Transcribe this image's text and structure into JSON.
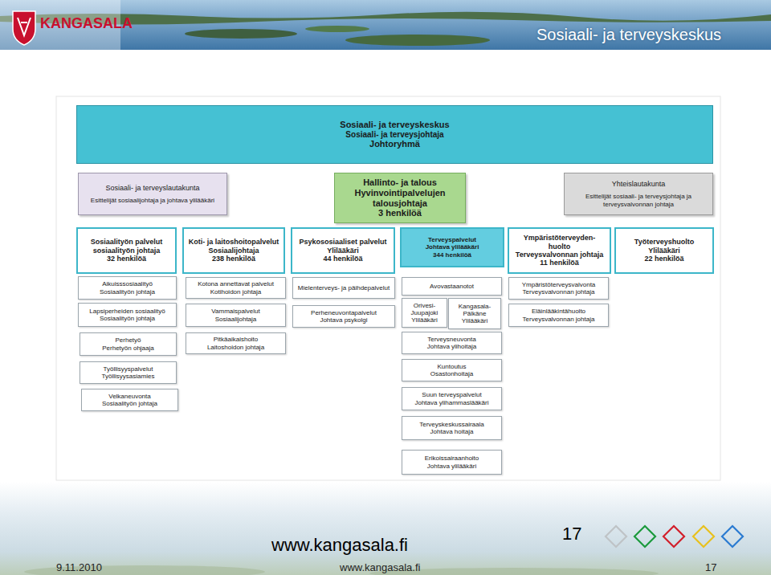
{
  "diagram": {
    "title": "Sosiaali- ja terveyskeskus",
    "nodes": [
      {
        "text": [
          "Sosiaali- ja terveyskeskus",
          "Sosiaali- ja terveysjohtaja",
          "Johtoryhmä"
        ]
      },
      {
        "text": [
          "Sosiaali- ja terveyslautakunta",
          "Esittelijät sosiaalijohtaja ja johtava ylilääkäri"
        ]
      },
      {
        "text": [
          "Hallinto- ja talous",
          "Hyvinvointipalvelujen talousjohtaja",
          "3 henkilöä"
        ]
      },
      {
        "text": [
          "Yhteislautakunta",
          "Esittelijät sosiaali- ja terveysjohtaja ja terveysvalvonnan johtaja"
        ]
      },
      {
        "text": [
          "Sosiaalityön palvelut",
          "sosiaalityön johtaja",
          "32 henkilöä"
        ]
      },
      {
        "text": [
          "Koti- ja laitoshoitopalvelut",
          "Sosiaalijohtaja",
          "238 henkilöä"
        ]
      },
      {
        "text": [
          "Psykososiaaliset palvelut",
          "Ylilääkäri",
          "44 henkilöä"
        ]
      },
      {
        "text": [
          "Terveyspalvelut",
          "Johtava ylilääkäri",
          "344 henkilöä"
        ]
      },
      {
        "text": [
          "Ympäristöterveyden- huolto",
          "Terveysvalvonnan johtaja",
          "11 henkilöä"
        ]
      },
      {
        "text": [
          "Työterveyshuolto",
          "Ylilääkäri",
          "22 henkilöä"
        ]
      },
      {
        "text": [
          "Aikuisssosiaalityö",
          "Sosiaalityön johtaja"
        ]
      },
      {
        "text": [
          "Lapsiperheiden sosiaalityö",
          "Sosiaalityön johtaja"
        ]
      },
      {
        "text": [
          "Perhetyö",
          "Perhetyön ohjaaja"
        ]
      },
      {
        "text": [
          "Työllisyyspalvelut",
          "Työllisyysasiamies"
        ]
      },
      {
        "text": [
          "Velkaneuvonta",
          "Sosiaalityön johtaja"
        ]
      },
      {
        "text": [
          "Kotona annettavat palvelut",
          "Kotihoidon johtaja"
        ]
      },
      {
        "text": [
          "Vammaispalvelut",
          "Sosiaalijohtaja"
        ]
      },
      {
        "text": [
          "Pitkäaikaishoito",
          "Laitoshoidon johtaja"
        ]
      },
      {
        "text": [
          "Mielenterveys- ja päihdepalvelut"
        ]
      },
      {
        "text": [
          "Perheneuvontapalvelut",
          "Johtava psykolgi"
        ]
      },
      {
        "text": [
          "Avovastaanotot"
        ]
      },
      {
        "text": [
          "Orivesi- Juupajoki",
          "Ylilääkäri"
        ]
      },
      {
        "text": [
          "Kangasala- Pälkäne",
          "Ylilääkäri"
        ]
      },
      {
        "text": [
          "Terveysneuvonta",
          "Johtava ylihoitaja"
        ]
      },
      {
        "text": [
          "Kuntoutus",
          "Osastonhoitaja"
        ]
      },
      {
        "text": [
          "Suun terveyspalvelut",
          "Johtava ylihammaslääkäri"
        ]
      },
      {
        "text": [
          "Terveyskeskussairaala",
          "Johtava hoitaja"
        ]
      },
      {
        "text": [
          "Erikoissairaanhoito",
          "Johtava ylilääkäri"
        ]
      },
      {
        "text": [
          "Ympäristöterveysvalvonta",
          "Terveysvalvonnan johtaja"
        ]
      },
      {
        "text": [
          "Eläinlääkintähuolto",
          "Terveysvalvonnan johtaja"
        ]
      }
    ],
    "labels": [
      "KANGASALA",
      "www.kangasala.fi",
      "17",
      "9.11.2010",
      "www.kangasala.fi",
      "17"
    ]
  }
}
